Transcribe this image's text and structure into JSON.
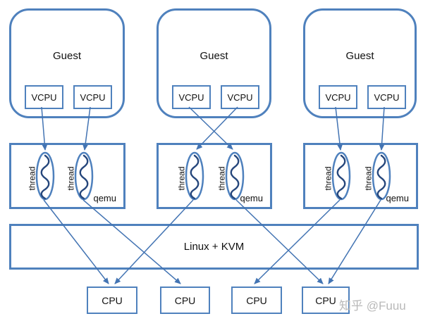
{
  "guests": [
    {
      "label": "Guest",
      "vcpus": [
        "VCPU",
        "VCPU"
      ]
    },
    {
      "label": "Guest",
      "vcpus": [
        "VCPU",
        "VCPU"
      ]
    },
    {
      "label": "Guest",
      "vcpus": [
        "VCPU",
        "VCPU"
      ]
    }
  ],
  "qemu_layers": [
    {
      "label": "qemu",
      "threads": [
        "thread",
        "thread"
      ]
    },
    {
      "label": "qemu",
      "threads": [
        "thread",
        "thread"
      ]
    },
    {
      "label": "qemu",
      "threads": [
        "thread",
        "thread"
      ]
    }
  ],
  "kernel_bar": {
    "label": "Linux + KVM"
  },
  "cpus": [
    "CPU",
    "CPU",
    "CPU",
    "CPU"
  ],
  "watermark": "知乎 @Fuuu",
  "colors": {
    "box_border": "#4f81bd",
    "arrow": "#4374b3",
    "thread_squiggle": "#26477c",
    "watermark_text": "#b9b9b9"
  },
  "connections": {
    "vcpu_to_thread": [
      {
        "from": "guest1.vcpu1",
        "to": "qemu1.thread1"
      },
      {
        "from": "guest1.vcpu2",
        "to": "qemu1.thread2"
      },
      {
        "from": "guest2.vcpu1",
        "to": "qemu2.thread2"
      },
      {
        "from": "guest2.vcpu2",
        "to": "qemu2.thread1"
      },
      {
        "from": "guest3.vcpu1",
        "to": "qemu3.thread1"
      },
      {
        "from": "guest3.vcpu2",
        "to": "qemu3.thread2"
      }
    ],
    "thread_to_cpu": [
      {
        "from": "qemu1.thread1",
        "to": "cpu1"
      },
      {
        "from": "qemu1.thread2",
        "to": "cpu2"
      },
      {
        "from": "qemu2.thread1",
        "to": "cpu1"
      },
      {
        "from": "qemu2.thread2",
        "to": "cpu4"
      },
      {
        "from": "qemu3.thread1",
        "to": "cpu3"
      },
      {
        "from": "qemu3.thread2",
        "to": "cpu4"
      }
    ]
  }
}
